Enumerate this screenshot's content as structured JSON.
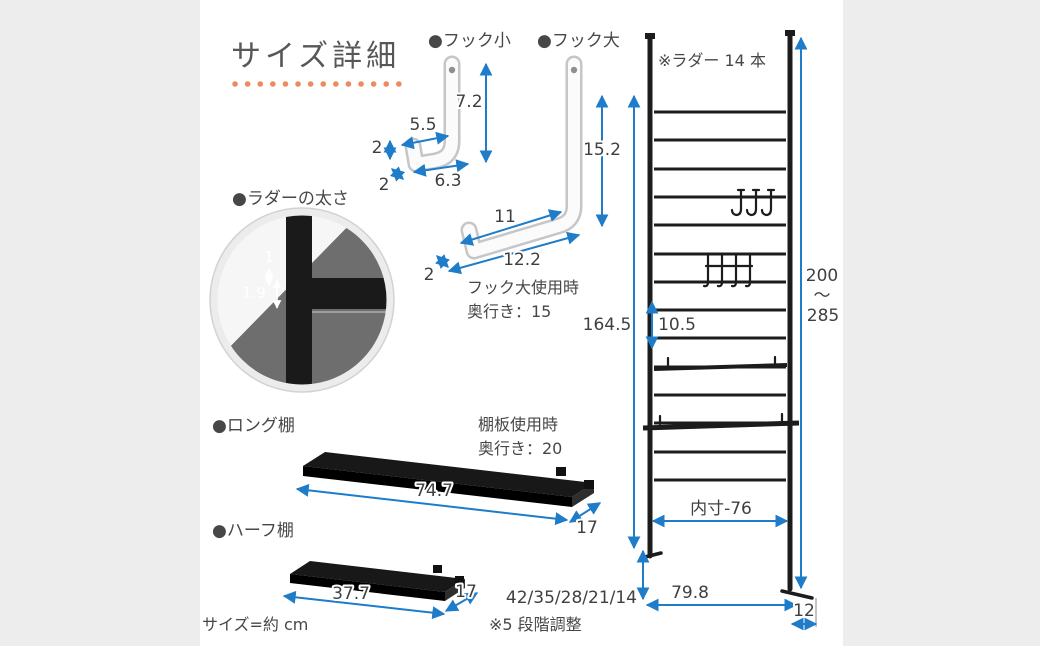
{
  "title": "サイズ詳細",
  "size_unit_note": "サイズ=約 cm",
  "sections": {
    "hook_small_label": "●フック小",
    "hook_large_label": "●フック大",
    "ladder_thickness_label": "●ラダーの太さ",
    "long_shelf_label": "●ロング棚",
    "half_shelf_label": "●ハーフ棚"
  },
  "hook_small": {
    "height": "7.2",
    "hook_width": "5.5",
    "tip_thickness": "2",
    "base_thickness": "2",
    "base_length": "6.3"
  },
  "hook_large": {
    "height": "15.2",
    "inner_length": "11",
    "arm_length": "12.2",
    "tip_thickness": "2",
    "usage_note_line1": "フック大使用時",
    "usage_note_line2": "奥行き：15"
  },
  "ladder_thickness": {
    "front": "1",
    "side": "1.9"
  },
  "rack": {
    "rung_count_note": "※ラダー 14 本",
    "height_min": "200",
    "height_tilde": "〜",
    "height_max": "285",
    "ladder_length": "164.5",
    "rung_pitch": "10.5",
    "inner_width": "内寸-76",
    "outer_width": "79.8",
    "depth": "12",
    "leg_steps": "42/35/28/21/14",
    "leg_note": "※5 段階調整"
  },
  "long_shelf": {
    "width": "74.7",
    "depth": "17",
    "usage_note_line1": "棚板使用時",
    "usage_note_line2": "奥行き：20"
  },
  "half_shelf": {
    "width": "37.7",
    "depth": "17"
  },
  "colors": {
    "arrow_blue": "#1f7cc9",
    "text_gray": "#474747",
    "accent_orange": "#ee8a5f",
    "shape_black": "#1a1a1a",
    "side_strip_gray": "#ededed"
  }
}
